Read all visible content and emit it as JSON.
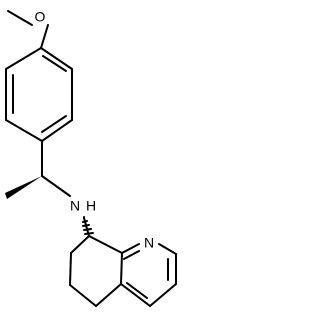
{
  "molecule": {
    "atoms": {
      "oxygen": "O",
      "amine_nitrogen": "N",
      "amine_hydrogen": "H",
      "pyridine_nitrogen": "N"
    }
  }
}
